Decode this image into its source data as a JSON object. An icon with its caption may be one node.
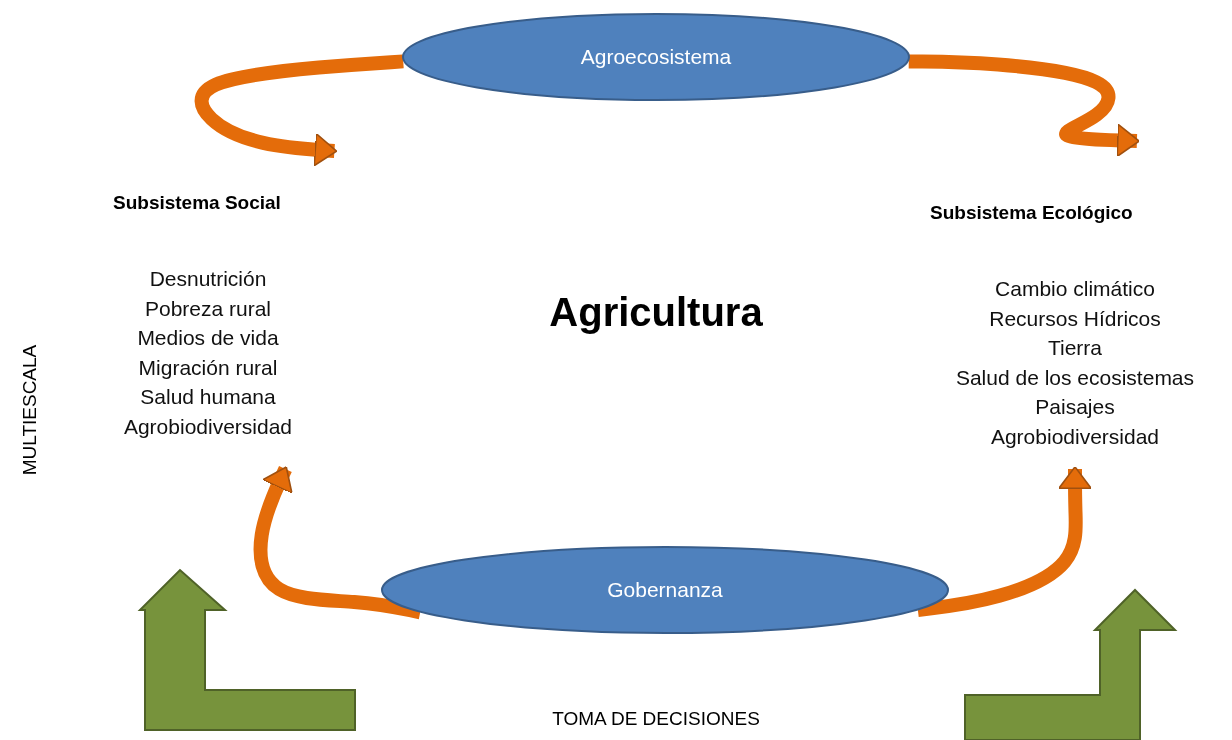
{
  "diagram": {
    "nodes": [
      {
        "text": [
          "Agroecosistema"
        ]
      },
      {
        "text": [
          "Subsistema Social",
          "Desnutrición",
          "Pobreza rural",
          "Medios de vida",
          "Migración rural",
          "Salud humana",
          "Agrobiodiversidad"
        ]
      },
      {
        "text": [
          "Subsistema Ecológico",
          "Cambio climático",
          "Recursos Hídricos",
          "Tierra",
          "Salud de los ecosistemas",
          "Paisajes",
          "Agrobiodiversidad"
        ]
      },
      {
        "text": [
          "Gobernanza"
        ]
      }
    ],
    "edges": [
      {
        "from": 0,
        "to": 1,
        "arrow": "to"
      },
      {
        "from": 0,
        "to": 2,
        "arrow": "to"
      },
      {
        "from": 3,
        "to": 1,
        "arrow": "to"
      },
      {
        "from": 3,
        "to": 2,
        "arrow": "to"
      }
    ],
    "labels": [
      "Agricultura",
      "MULTIESCALA",
      "TOMA DE DECISIONES"
    ]
  }
}
